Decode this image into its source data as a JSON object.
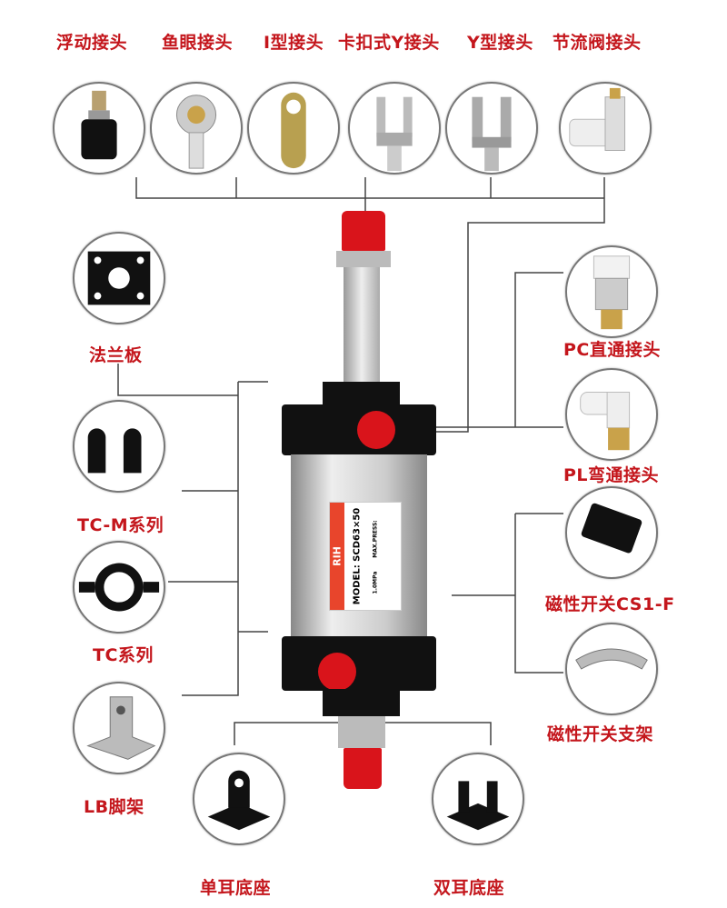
{
  "top_parts": [
    "浮动接头",
    "鱼眼接头",
    "I型接头",
    "卡扣式Y接头",
    "Y型接头",
    "节流阀接头"
  ],
  "left_parts": [
    "法兰板",
    "TC-M系列",
    "TC系列",
    "LB脚架"
  ],
  "right_parts": [
    "PC直通接头",
    "PL弯通接头",
    "磁性开关CS1-F",
    "磁性开关支架"
  ],
  "bottom_parts": [
    "单耳底座",
    "双耳底座"
  ],
  "cylinder": {
    "brand": "RIH",
    "model": "MODEL: SCD63×50",
    "pressure": "MAX.PRESS:",
    "pressure_value": "1.0MPa"
  },
  "colors": {
    "label": "#c4161c",
    "cap": "#d9141b",
    "body": "#111111"
  }
}
